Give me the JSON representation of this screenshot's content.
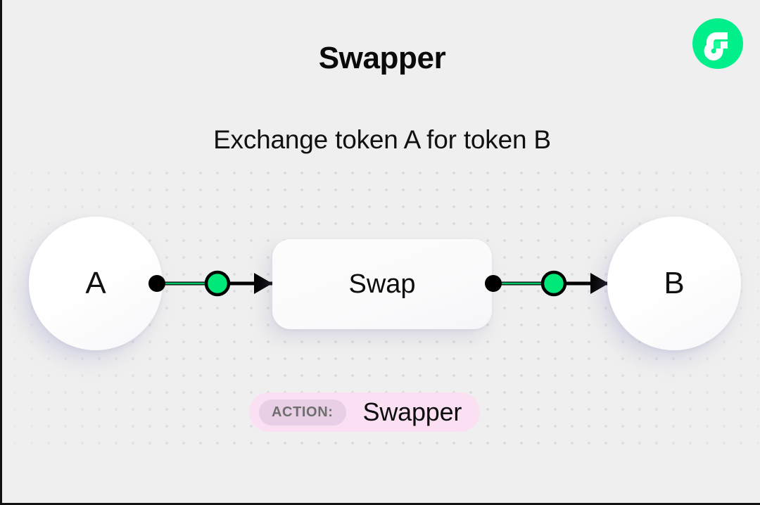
{
  "page": {
    "background_color": "#efefef",
    "title": "Swapper",
    "subtitle": "Exchange token A for token B"
  },
  "logo": {
    "name": "flow-logo",
    "circle_color": "#00ef8b",
    "mark_color": "#ffffff",
    "accent_color": "#1aff9c"
  },
  "diagram": {
    "nodes": [
      {
        "id": "a",
        "label": "A",
        "shape": "circle"
      },
      {
        "id": "swap",
        "label": "Swap",
        "shape": "rounded-rect"
      },
      {
        "id": "b",
        "label": "B",
        "shape": "circle"
      }
    ],
    "edges": [
      {
        "from": "a",
        "to": "swap",
        "port_color": "#000000",
        "midpoint_color": "#00e878",
        "line_color": "#000000"
      },
      {
        "from": "swap",
        "to": "b",
        "port_color": "#000000",
        "midpoint_color": "#00e878",
        "line_color": "#000000"
      }
    ],
    "dot_grid_color": "#dcdcdc"
  },
  "action_badge": {
    "chip_label": "ACTION:",
    "value": "Swapper",
    "badge_color": "#fbe0f4",
    "chip_color": "#e9cfe5",
    "chip_text_color": "#6e6e6e"
  }
}
